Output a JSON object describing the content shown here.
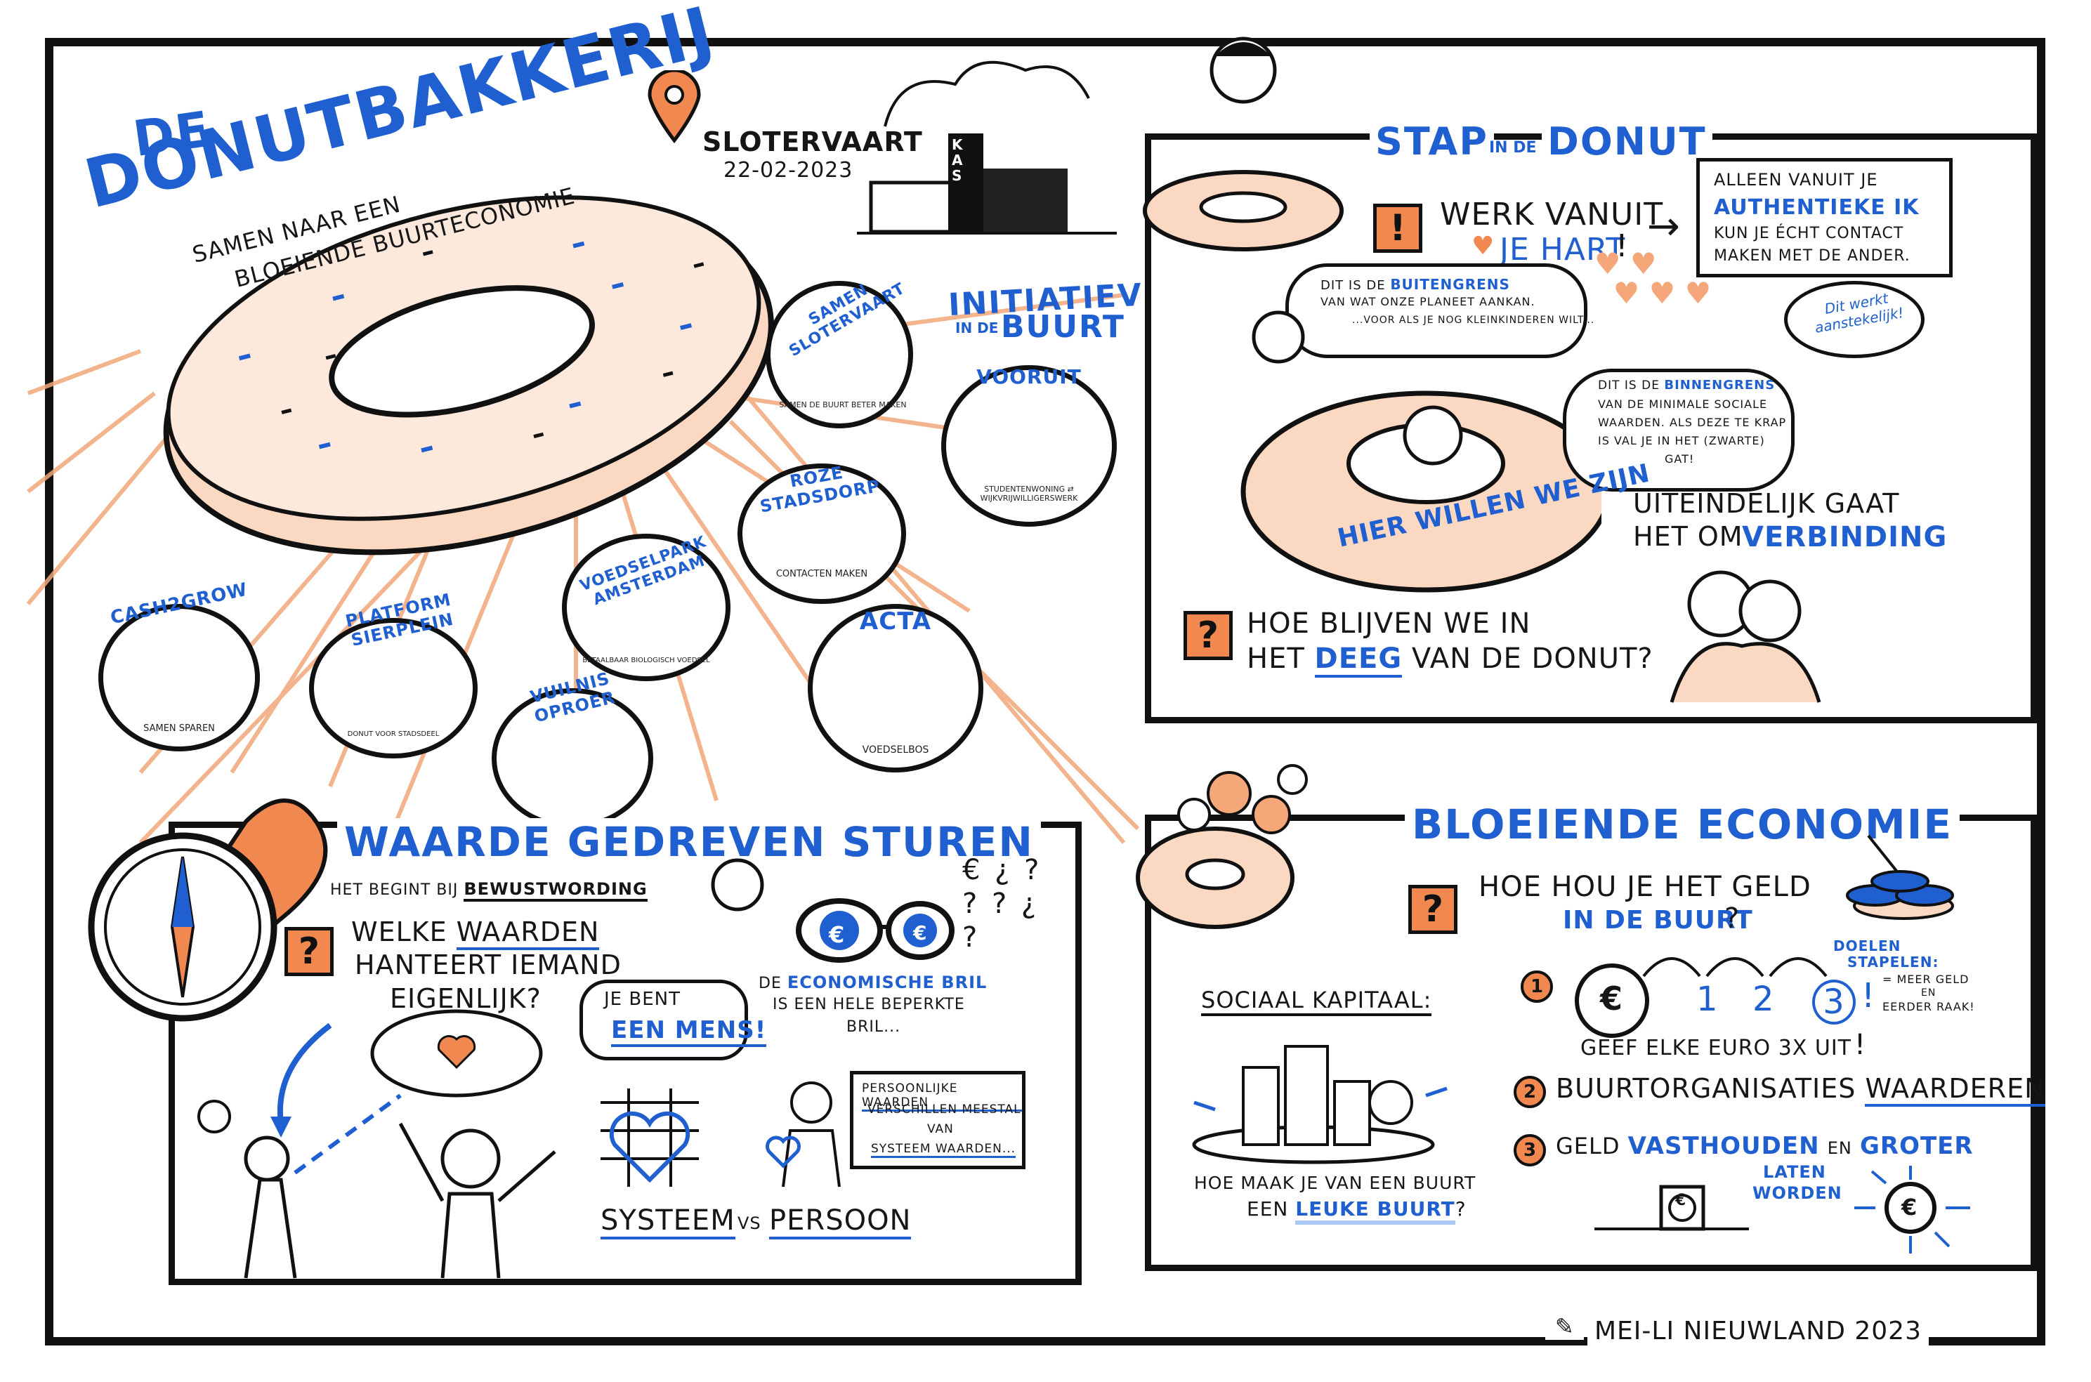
{
  "header": {
    "title_de": "DE",
    "title_main": "DONUTBAKKERIJ",
    "donut_text_1": "SAMEN NAAR EEN",
    "donut_text_2": "BLOEIENDE BUURTECONOMIE",
    "location": "SLOTERVAART",
    "date": "22-02-2023",
    "building_sign": "KAS"
  },
  "initiatives": {
    "title_1": "INITIATIEVEN",
    "title_small": "IN DE",
    "title_2": "BUURT",
    "items": [
      {
        "name": "SAMEN SLOTERVAART",
        "caption": "SAMEN DE BUURT BETER MAKEN"
      },
      {
        "name": "VOORUIT",
        "caption": "STUDENTENWONING ⇄ WIJKVRIJWILLIGERSWERK"
      },
      {
        "name": "ROZE STADSDORP",
        "caption": "CONTACTEN MAKEN"
      },
      {
        "name": "VOEDSELPARK AMSTERDAM",
        "caption": "BETAALBAAR BIOLOGISCH VOEDSEL"
      },
      {
        "name": "ACTA",
        "caption": "VOEDSELBOS"
      },
      {
        "name": "CASH2GROW",
        "caption": "SAMEN SPAREN"
      },
      {
        "name": "PLATFORM SIERPLEIN",
        "caption": "DONUT VOOR STADSDEEL"
      },
      {
        "name": "VUILNIS OPROER",
        "caption": ""
      }
    ]
  },
  "stap": {
    "title_1": "STAP",
    "title_small": "IN DE",
    "title_2": "DONUT",
    "werk_1": "WERK VANUIT",
    "werk_2": "JE HART",
    "werk_excl": "!",
    "box_line_1": "ALLEEN VANUIT JE",
    "box_line_2": "AUTHENTIEKE IK",
    "box_line_3": "KUN JE ÉCHT CONTACT",
    "box_line_4": "MAKEN MET DE ANDER.",
    "aanstekelijk": "Dit werkt aanstekelijk!",
    "buiten_1": "DIT IS DE",
    "buiten_hl": "BUITENGRENS",
    "buiten_2": "VAN WAT ONZE PLANEET AANKAN.",
    "buiten_3": "...VOOR ALS JE NOG KLEINKINDEREN WILT...",
    "binnen_1": "DIT IS DE",
    "binnen_hl": "BINNENGRENS",
    "binnen_2": "VAN DE MINIMALE SOCIALE",
    "binnen_3": "WAARDEN. ALS DEZE TE KRAP",
    "binnen_4": "IS VAL JE IN HET (ZWARTE)",
    "binnen_5": "GAT!",
    "hier": "HIER WILLEN WE ZIJN",
    "uiteindelijk_1": "UITEINDELIJK GAAT",
    "uiteindelijk_2": "HET OM",
    "verbinding": "VERBINDING",
    "vraag_1": "HOE BLIJVEN WE IN",
    "vraag_2a": "HET",
    "vraag_deeg": "DEEG",
    "vraag_2b": "VAN DE DONUT?",
    "exclaim": "!",
    "question": "?"
  },
  "waarde": {
    "title": "WAARDE GEDREVEN STUREN",
    "begint": "HET BEGINT BIJ",
    "bewust": "BEWUSTWORDING",
    "welke_1": "WELKE",
    "welke_hl": "WAARDEN",
    "welke_2": "HANTEERT IEMAND",
    "welke_3": "EIGENLIJK?",
    "mens_1": "JE BENT",
    "mens_2": "EEN MENS!",
    "bril_1a": "DE",
    "bril_1hl": "ECONOMISCHE BRIL",
    "bril_2": "IS EEN HELE BEPERKTE",
    "bril_3": "BRIL...",
    "note_1": "PERSOONLIJKE WAARDEN",
    "note_2": "VERSCHILLEN MEESTAL",
    "note_3": "VAN",
    "note_4": "SYSTEEM WAARDEN...",
    "systeem": "SYSTEEM",
    "vs": "VS",
    "persoon": "PERSOON",
    "question": "?",
    "symbols": "€ ¿ ? ? ? ¿ ?"
  },
  "bloei": {
    "title": "BLOEIENDE ECONOMIE",
    "vraag_1": "HOE HOU JE HET GELD",
    "vraag_2": "IN DE BUURT",
    "vraag_q": "?",
    "doelen_1": "DOELEN",
    "doelen_2": "STAPELEN:",
    "doelen_3": "= MEER GELD",
    "doelen_4": "EN",
    "doelen_5": "EERDER RAAK!",
    "sociaal": "SOCIAAL KAPITAAL:",
    "leuke_1": "HOE MAAK JE VAN EEN BUURT",
    "leuke_2a": "EEN",
    "leuke_hl": "LEUKE BUURT",
    "leuke_q": "?",
    "step_1": "1",
    "step_2": "2",
    "step_3": "3",
    "seq_1": "1",
    "seq_2": "2",
    "seq_3": "3",
    "seq_excl": "!",
    "geef": "GEEF ELKE EURO 3X UIT",
    "geef_excl": "!",
    "buurt_1": "BUURTORGANISATIES",
    "buurt_hl": "WAARDEREN",
    "geld_1": "GELD",
    "geld_hl1": "VASTHOUDEN",
    "geld_en": "EN",
    "geld_hl2": "GROTER",
    "laten": "LATEN",
    "worden": "WORDEN",
    "euro": "€"
  },
  "footer": {
    "artist": "MEI-LI NIEUWLAND 2023"
  },
  "colors": {
    "accent_blue": "#1f5fd0",
    "accent_orange": "#f0884f",
    "ink": "#111111"
  }
}
